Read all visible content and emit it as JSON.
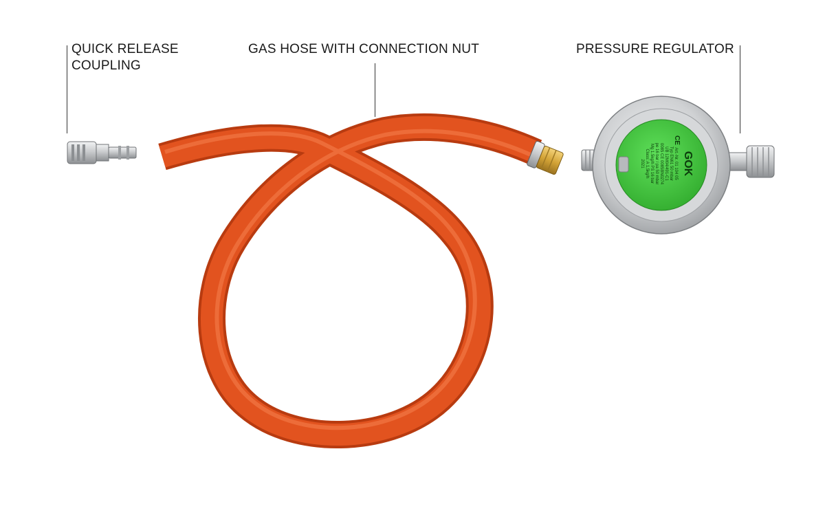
{
  "labels": {
    "coupling_line1": "QUICK RELEASE",
    "coupling_line2": "COUPLING",
    "hose": "GAS HOSE WITH CONNECTION NUT",
    "regulator": "PRESSURE REGULATOR"
  },
  "regulator_label": {
    "brand": "GOK",
    "ce_mark": "CE",
    "lines": [
      "Art.-Nr. 01 104 05",
      "Typ EN61 50 mbar",
      "UB 12M04/491-C1",
      "0085 CE 0085BN0274",
      "pe 16 bar / pa 50 mbar",
      "Mg 1.5kg/h  PS 16 bar",
      "Class: A  1,5kg/h",
      "2021"
    ]
  },
  "colors": {
    "background": "#ffffff",
    "hose": "#e2531f",
    "hose_shadow": "#b83b10",
    "hose_highlight": "#f5824f",
    "label_green": "#3fc63a",
    "metal": "#c8cacc",
    "brass": "#d4a437",
    "text": "#1a1a1a"
  }
}
